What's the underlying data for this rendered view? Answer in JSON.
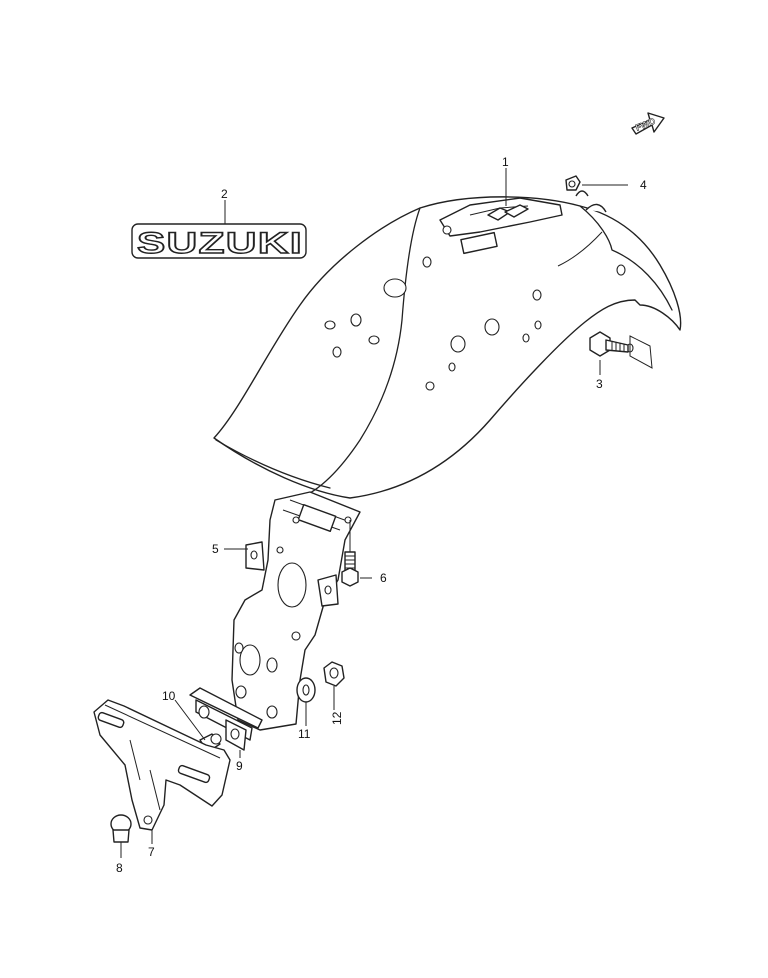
{
  "diagram": {
    "direction_marker": "FWD",
    "emblem_text": "SUZUKI",
    "callouts": [
      "1",
      "2",
      "3",
      "4",
      "5",
      "6",
      "7",
      "8",
      "9",
      "10",
      "11",
      "12"
    ]
  }
}
